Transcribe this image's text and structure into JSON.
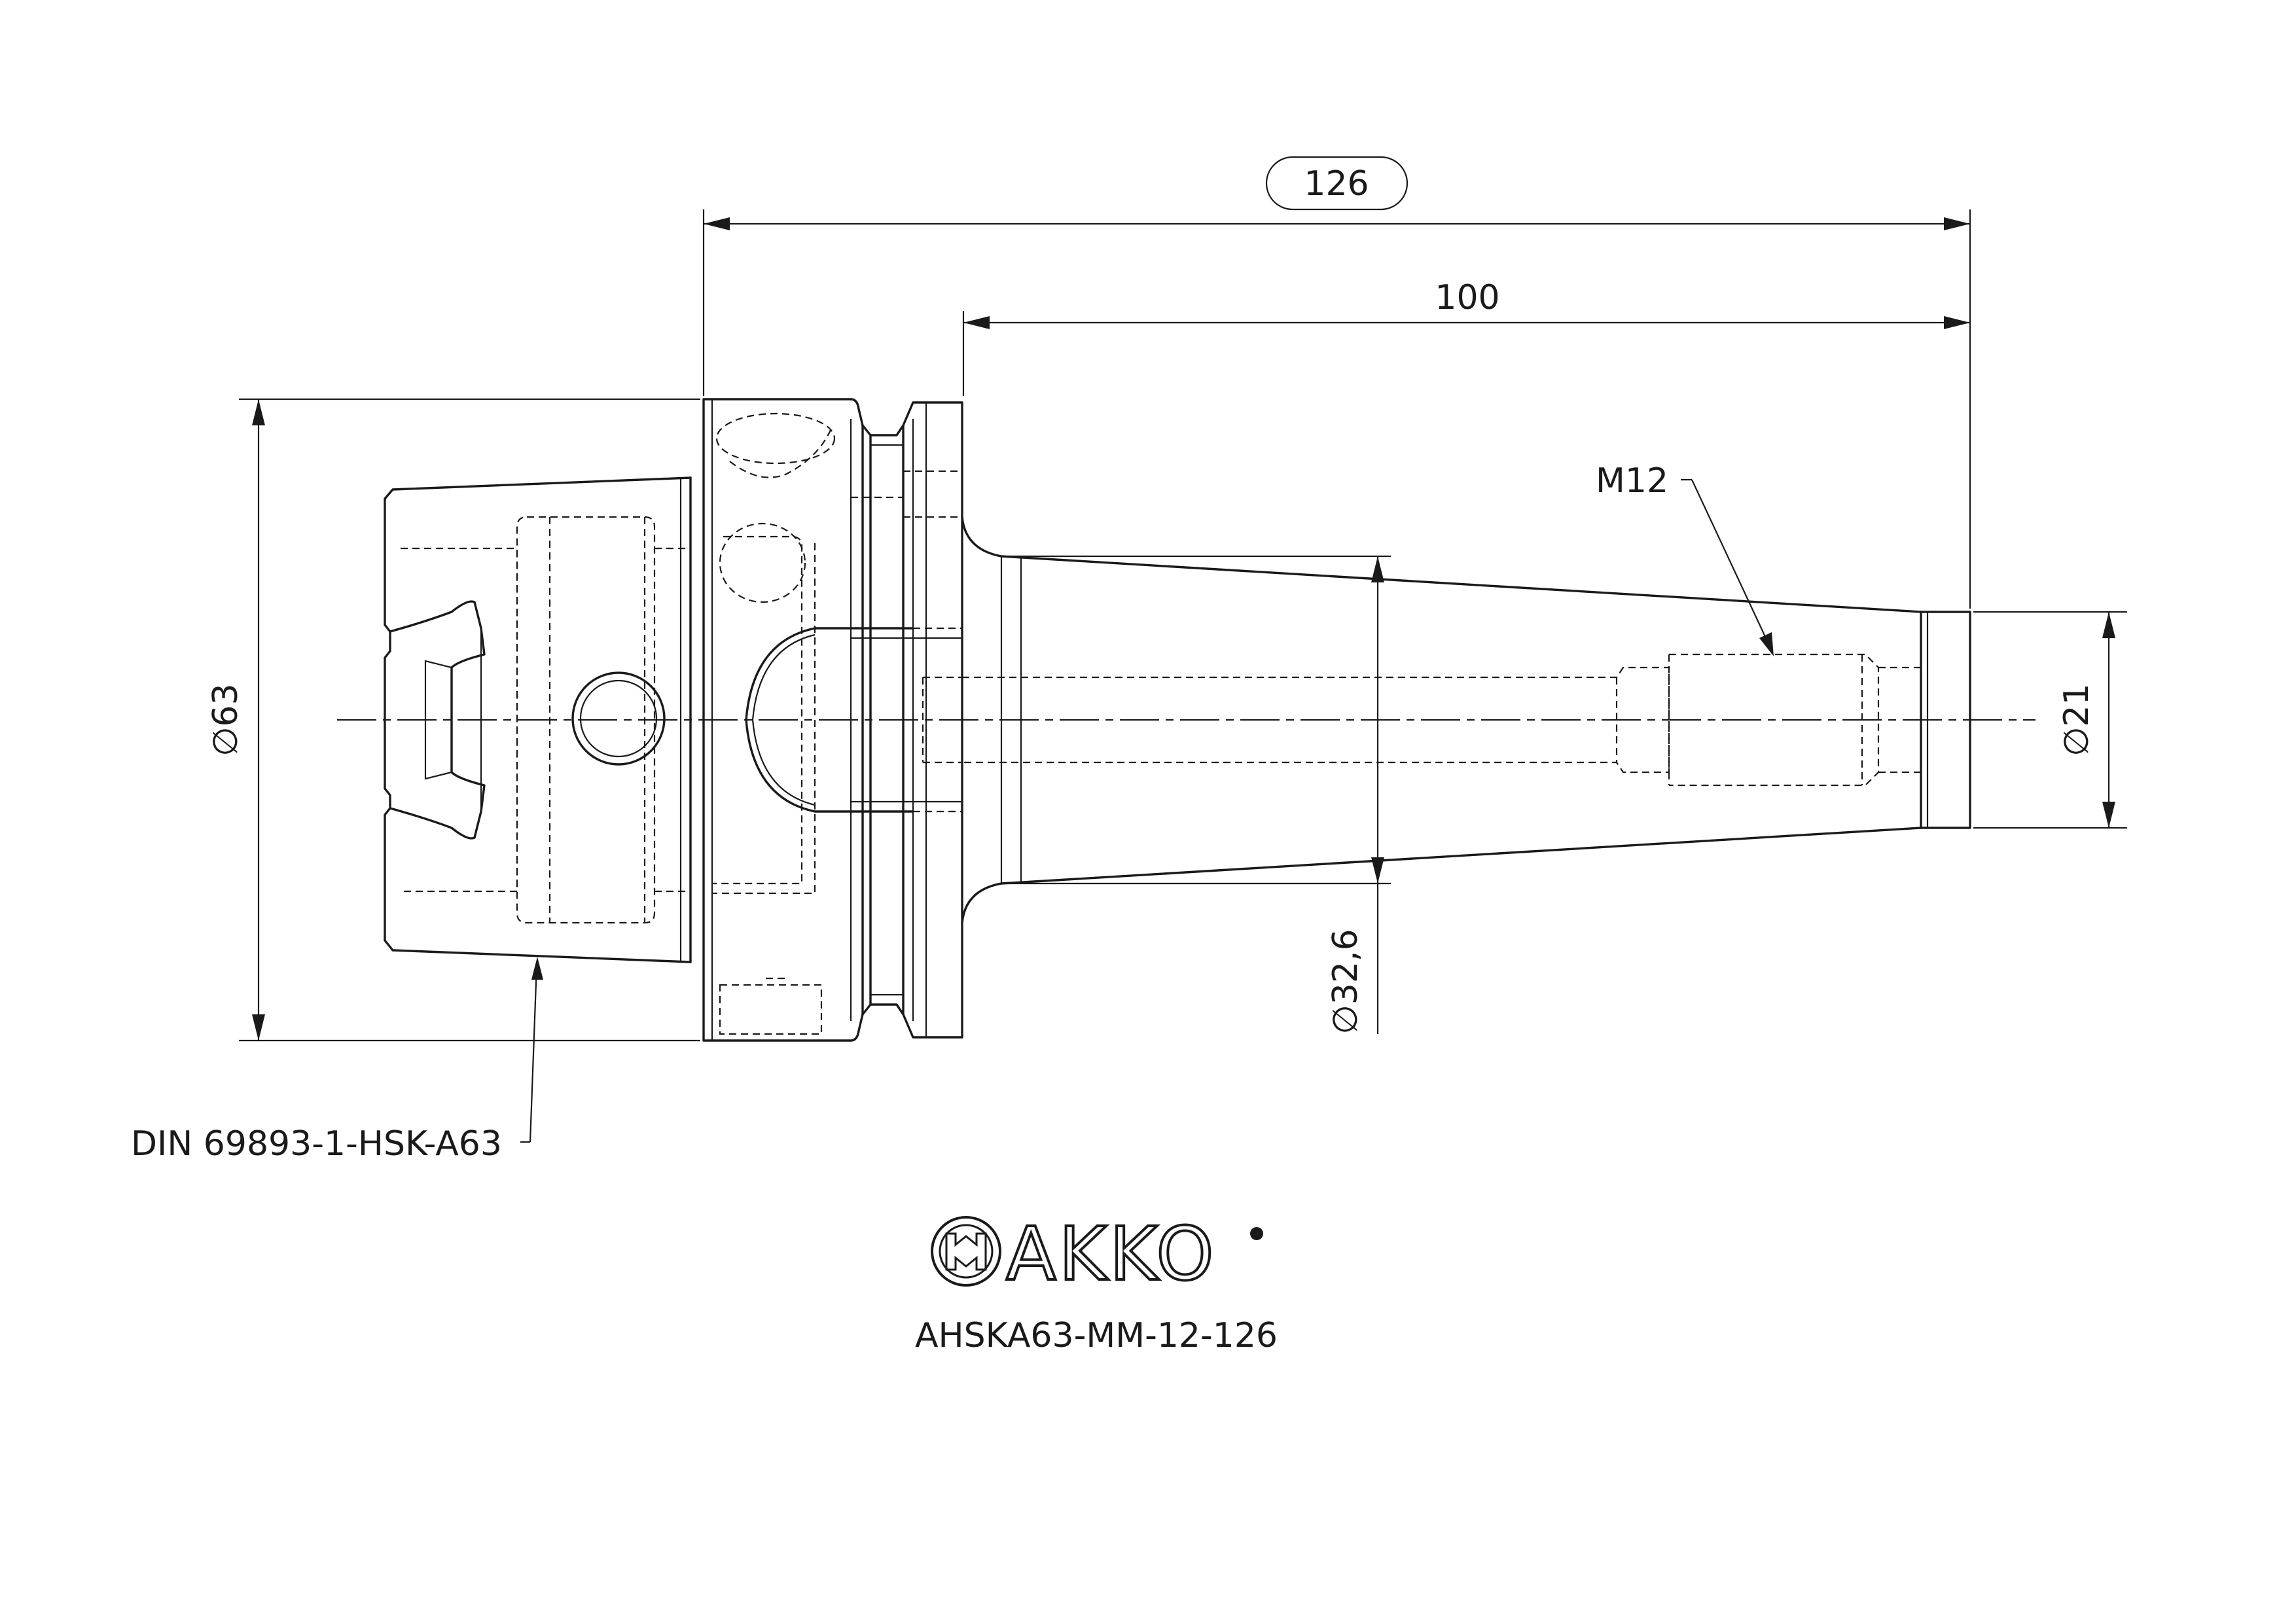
{
  "dimensions": {
    "overall_length": "126",
    "shank_length": "100",
    "flange_diameter": "∅63",
    "cone_diameter": "∅32,6",
    "tip_diameter": "∅21",
    "thread": "M12"
  },
  "standard_callout": "DIN 69893-1-HSK-A63",
  "brand": {
    "name": "AKKO",
    "icon": "akko-logo-icon",
    "registered_icon": "registered-mark-icon"
  },
  "part_number": "AHSKA63-MM-12-126",
  "colors": {
    "line": "#1a1a1a",
    "background": "#ffffff"
  }
}
